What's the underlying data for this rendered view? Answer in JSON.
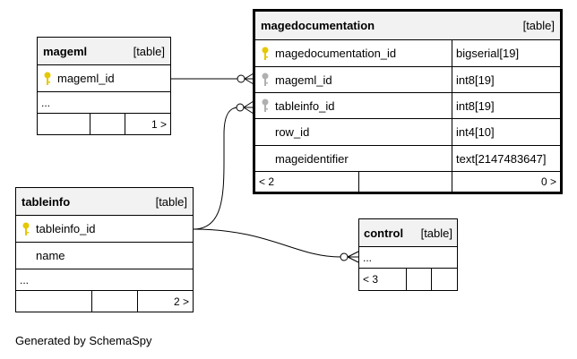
{
  "tables": {
    "mageml": {
      "name": "mageml",
      "kind": "[table]",
      "columns": [
        {
          "name": "mageml_id",
          "key": "primary"
        }
      ],
      "more": "...",
      "footer": [
        "",
        "",
        "1 >"
      ]
    },
    "magedocumentation": {
      "name": "magedocumentation",
      "kind": "[table]",
      "columns": [
        {
          "name": "magedocumentation_id",
          "type": "bigserial[19]",
          "key": "primary"
        },
        {
          "name": "mageml_id",
          "type": "int8[19]",
          "key": "foreign"
        },
        {
          "name": "tableinfo_id",
          "type": "int8[19]",
          "key": "foreign"
        },
        {
          "name": "row_id",
          "type": "int4[10]",
          "key": "none"
        },
        {
          "name": "mageidentifier",
          "type": "text[2147483647]",
          "key": "none"
        }
      ],
      "footer": [
        "< 2",
        "",
        "0 >"
      ]
    },
    "tableinfo": {
      "name": "tableinfo",
      "kind": "[table]",
      "columns": [
        {
          "name": "tableinfo_id",
          "key": "primary"
        },
        {
          "name": "name",
          "key": "none"
        }
      ],
      "more": "...",
      "footer": [
        "",
        "",
        "2 >"
      ]
    },
    "control": {
      "name": "control",
      "kind": "[table]",
      "more": "...",
      "footer": [
        "< 3",
        "",
        ""
      ]
    }
  },
  "key_colors": {
    "primary": "#e6c800",
    "foreign": "#b0b0b0"
  },
  "generated_by": "Generated by SchemaSpy"
}
